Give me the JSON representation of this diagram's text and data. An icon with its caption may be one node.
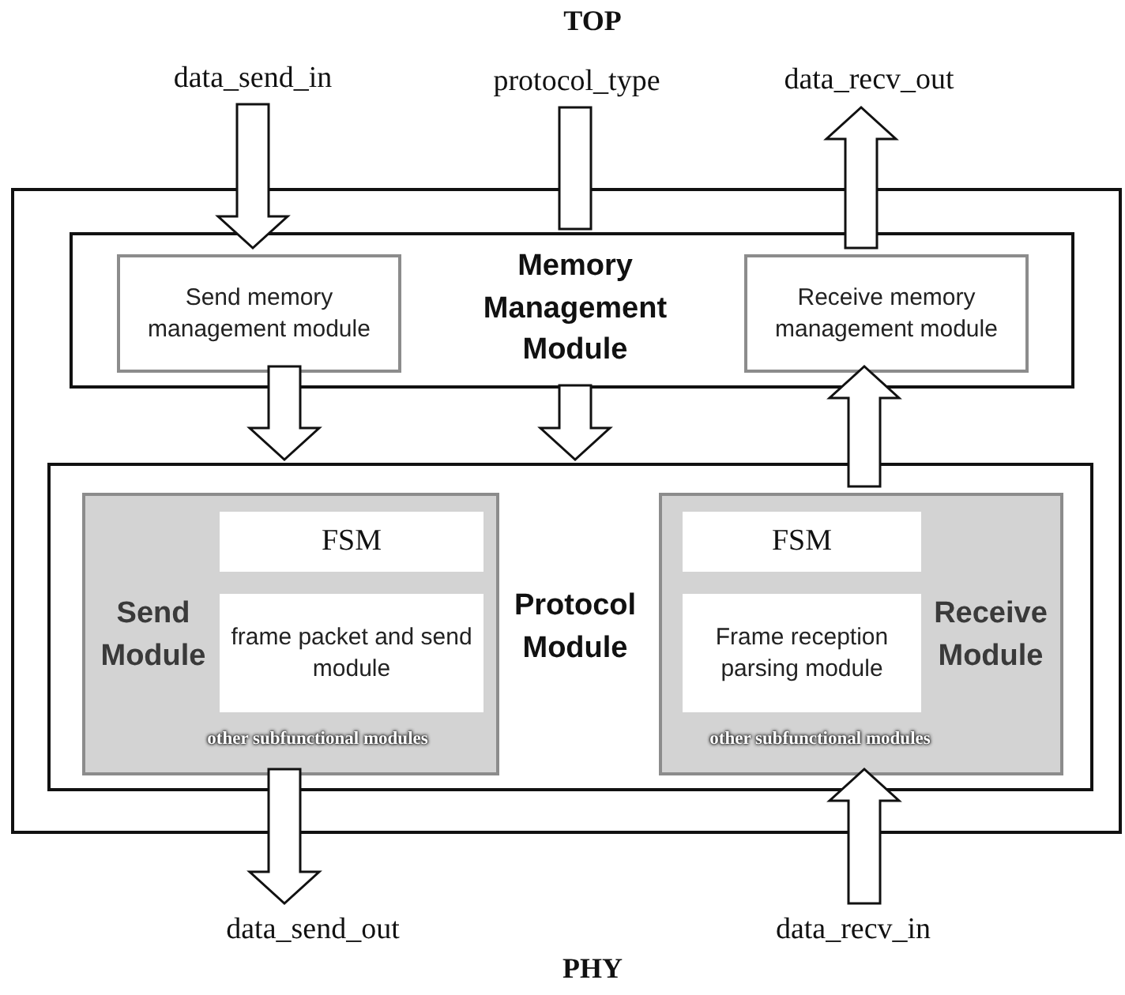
{
  "diagram": {
    "nodes": [
      {
        "text": [],
        "shape": "box"
      },
      {
        "text": [
          "Memory Management Module"
        ],
        "in": 0
      },
      {
        "text": [
          "Send memory management module"
        ],
        "in": 1
      },
      {
        "text": [
          "Receive memory management module"
        ],
        "in": 1
      },
      {
        "text": [
          "Protocol Module"
        ],
        "in": 0
      },
      {
        "text": [
          "Send Module",
          "other subfunctional modules"
        ],
        "in": 4
      },
      {
        "text": [
          "FSM"
        ],
        "in": 5
      },
      {
        "text": [
          "frame packet and send module"
        ],
        "in": 5
      },
      {
        "text": [
          "Receive Module",
          "other subfunctional modules"
        ],
        "in": 4
      },
      {
        "text": [
          "FSM"
        ],
        "in": 8
      },
      {
        "text": [
          "Frame reception parsing module"
        ],
        "in": 8
      },
      {
        "text": [
          "data_send_in"
        ]
      },
      {
        "text": [
          "protocol_type"
        ]
      },
      {
        "text": [
          "data_recv_out"
        ]
      },
      {
        "text": [
          "data_send_out"
        ]
      },
      {
        "text": [
          "data_recv_in"
        ]
      }
    ],
    "edges": [
      {
        "from": 11,
        "to": 2,
        "arrow": "to"
      },
      {
        "from": 12,
        "to": 1,
        "arrow": "none"
      },
      {
        "from": 1,
        "to": 4,
        "arrow": "to"
      },
      {
        "from": 3,
        "to": 13,
        "arrow": "to"
      },
      {
        "from": 2,
        "to": 4,
        "arrow": "to"
      },
      {
        "from": 8,
        "to": 3,
        "arrow": "to"
      },
      {
        "from": 5,
        "to": 14,
        "arrow": "to"
      },
      {
        "from": 15,
        "to": 8,
        "arrow": "to"
      }
    ],
    "labels": [
      "TOP",
      "PHY"
    ]
  }
}
